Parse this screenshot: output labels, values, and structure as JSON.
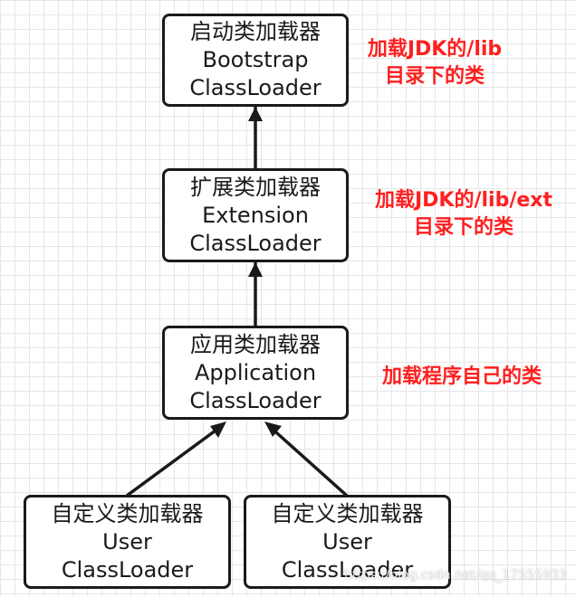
{
  "nodes": {
    "bootstrap": {
      "line1": "启动类加载器",
      "line2": "Bootstrap",
      "line3": "ClassLoader"
    },
    "extension": {
      "line1": "扩展类加载器",
      "line2": "Extension",
      "line3": "ClassLoader"
    },
    "application": {
      "line1": "应用类加载器",
      "line2": "Application",
      "line3": "ClassLoader"
    },
    "user_left": {
      "line1": "自定义类加载器",
      "line2": "User",
      "line3": "ClassLoader"
    },
    "user_right": {
      "line1": "自定义类加载器",
      "line2": "User",
      "line3": "ClassLoader"
    }
  },
  "notes": {
    "bootstrap": {
      "line1": "加载JDK的/lib",
      "line2": "目录下的类"
    },
    "extension": {
      "line1": "加载JDK的/lib/ext",
      "line2": "目录下的类"
    },
    "application": {
      "line1": "加载程序自己的类"
    }
  },
  "watermark": "https://blog.csdn.net/qq_17555933",
  "colors": {
    "border": "#1a1a1a",
    "note_text": "#ff1f1f",
    "grid": "#e6e6e6"
  }
}
